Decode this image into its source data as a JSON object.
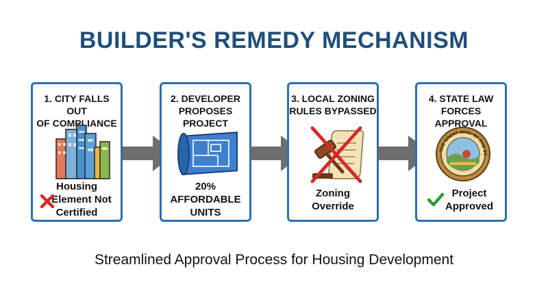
{
  "title": "BUILDER'S REMEDY MECHANISM",
  "footer": "Streamlined Approval Process for Housing Development",
  "seal_text": "THE GREAT SEAL OF THE STATE OF CALIFORNIA",
  "colors": {
    "title": "#1f4e79",
    "border": "#2a6fb0",
    "arrow": "#6e6e6e",
    "cross": "#d42a2a",
    "check": "#2e9a3a"
  },
  "steps": [
    {
      "title_lines": [
        "1. CITY FALLS OUT",
        "OF COMPLIANCE"
      ],
      "icon": "city-buildings-icon",
      "status_icon": "red-x-icon",
      "label_lines": [
        "Housing",
        "Element Not",
        "Certified"
      ]
    },
    {
      "title_lines": [
        "2. DEVELOPER",
        "PROPOSES PROJECT"
      ],
      "icon": "blueprint-icon",
      "label_lines": [
        "20%",
        "AFFORDABLE",
        "UNITS"
      ]
    },
    {
      "title_lines": [
        "3. LOCAL ZONING",
        "RULES BYPASSED"
      ],
      "icon": "crossed-gavel-scroll-icon",
      "label_lines": [
        "Zoning",
        "Override"
      ]
    },
    {
      "title_lines": [
        "4. STATE LAW",
        "FORCES APPROVAL"
      ],
      "icon": "california-seal-icon",
      "status_icon": "green-check-icon",
      "label_lines": [
        "Project",
        "Approved"
      ]
    }
  ]
}
